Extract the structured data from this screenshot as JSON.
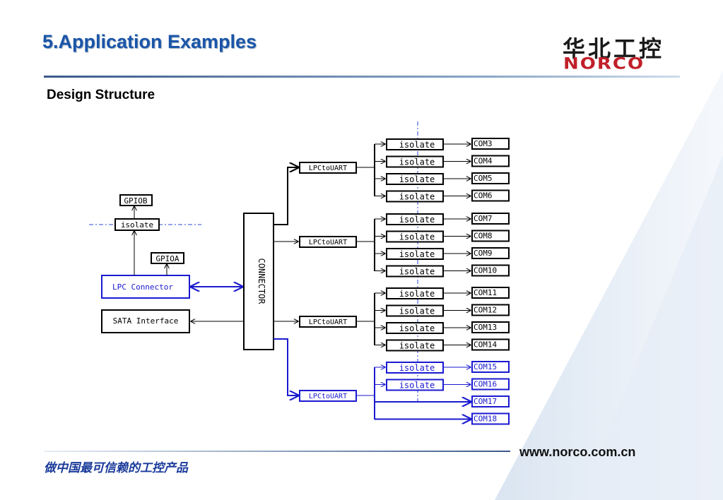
{
  "header": {
    "title": "5.Application Examples",
    "subtitle": "Design Structure",
    "logo_cn": "华北工控",
    "logo_en": "NORCO"
  },
  "footer": {
    "slogan": "做中国最可信赖的工控产品",
    "url": "www.norco.com.cn"
  },
  "diagram": {
    "left_nodes": {
      "gpiob": "GPIOB",
      "isolate": "isolate",
      "gpioa": "GPIOA",
      "lpc_connector": "LPC Connector",
      "sata_interface": "SATA Interface"
    },
    "connector": "CONNECTOR",
    "groups": [
      {
        "uart": "LPCtoUART",
        "highlight": false,
        "ports": [
          {
            "isolate": "isolate",
            "com": "COM3"
          },
          {
            "isolate": "isolate",
            "com": "COM4"
          },
          {
            "isolate": "isolate",
            "com": "COM5"
          },
          {
            "isolate": "isolate",
            "com": "COM6"
          }
        ]
      },
      {
        "uart": "LPCtoUART",
        "highlight": false,
        "ports": [
          {
            "isolate": "isolate",
            "com": "COM7"
          },
          {
            "isolate": "isolate",
            "com": "COM8"
          },
          {
            "isolate": "isolate",
            "com": "COM9"
          },
          {
            "isolate": "isolate",
            "com": "COM10"
          }
        ]
      },
      {
        "uart": "LPCtoUART",
        "highlight": false,
        "ports": [
          {
            "isolate": "isolate",
            "com": "COM11"
          },
          {
            "isolate": "isolate",
            "com": "COM12"
          },
          {
            "isolate": "isolate",
            "com": "COM13"
          },
          {
            "isolate": "isolate",
            "com": "COM14"
          }
        ]
      },
      {
        "uart": "LPCtoUART",
        "highlight": true,
        "ports": [
          {
            "isolate": "isolate",
            "com": "COM15"
          },
          {
            "isolate": "isolate",
            "com": "COM16"
          },
          {
            "isolate": "",
            "com": "COM17"
          },
          {
            "isolate": "",
            "com": "COM18"
          }
        ]
      }
    ],
    "colors": {
      "black": "#000000",
      "blue": "#1a1ad0"
    }
  }
}
